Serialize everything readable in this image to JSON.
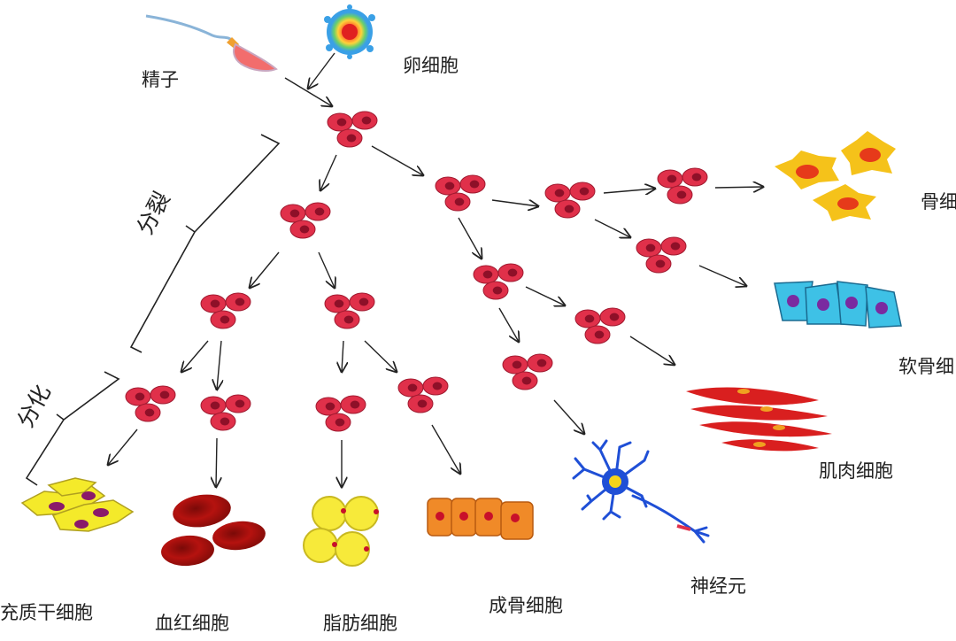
{
  "labels": {
    "sperm": "精子",
    "egg": "卵细胞",
    "division": "分裂",
    "differentiation": "分化",
    "bone": "骨细",
    "cartilage": "软骨细",
    "muscle": "肌肉细胞",
    "neuron": "神经元",
    "osteoblast": "成骨细胞",
    "fat": "脂肪细胞",
    "rbc": "血红细胞",
    "stroma": "充质干细胞"
  },
  "colors": {
    "clusterCell": "#e0304a",
    "clusterNucleus": "#8e1028",
    "mesenchymal": "#f4ea2a",
    "redBlood": "#b5120f",
    "fat": "#f7ea3a",
    "osteoblast": "#f08a28",
    "neuron": "#1f4fd6",
    "muscle": "#d91f1f",
    "cartilage": "#3ec1e6",
    "bone": "#f5c21a"
  }
}
